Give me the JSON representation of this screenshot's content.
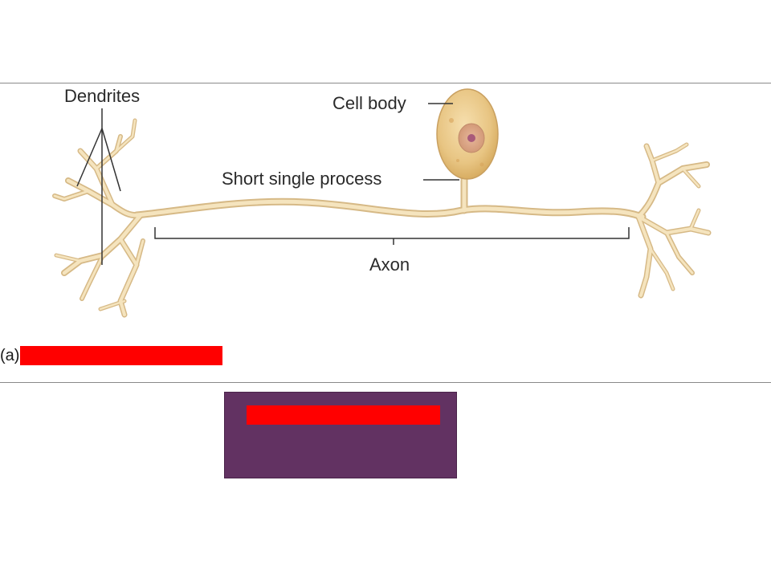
{
  "diagram": {
    "labels": {
      "dendrites": "Dendrites",
      "cell_body": "Cell body",
      "short_single_process": "Short single process",
      "axon": "Axon"
    },
    "caption": {
      "letter": "(a)",
      "redacted": true
    },
    "colors": {
      "neuron_fill": "#f4e2b9",
      "neuron_outline": "#d9bd85",
      "cell_body_fill": "#edcf94",
      "nucleus": "#c58a8a",
      "leader_line": "#333333"
    }
  },
  "info_box": {
    "background": "#623262",
    "redacted": true
  },
  "redaction_color": "#ff0000"
}
